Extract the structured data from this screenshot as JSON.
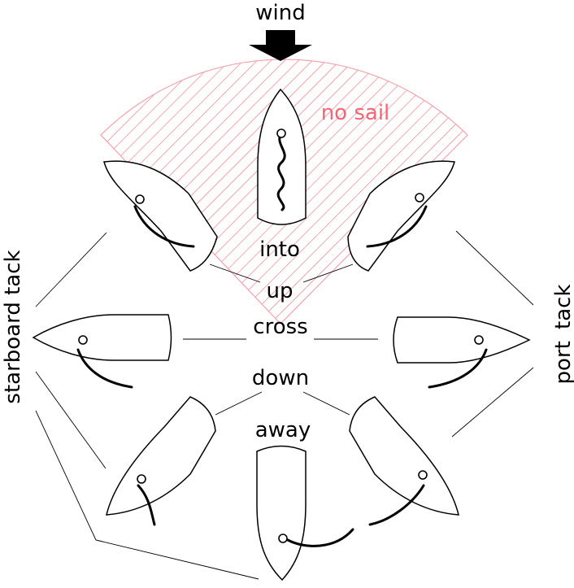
{
  "title": "wind",
  "zone_label": "no sail",
  "left_label": "starboard tack",
  "right_label": "port tack",
  "points_of_sail": {
    "into": "into",
    "up": "up",
    "cross": "cross",
    "down": "down",
    "away": "away"
  },
  "colors": {
    "no_sail": "#f06878",
    "ink": "#000000"
  }
}
